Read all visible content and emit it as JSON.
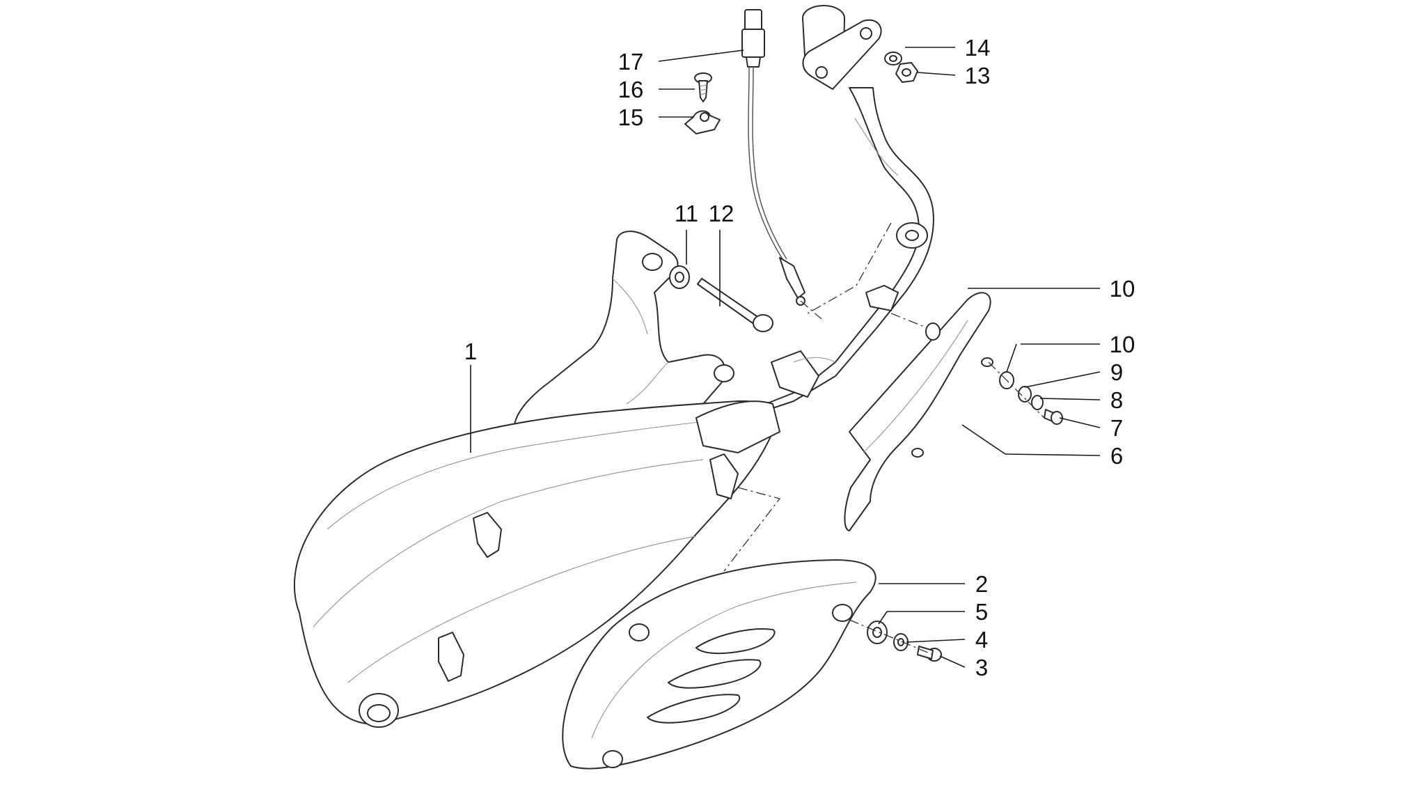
{
  "callouts": [
    {
      "id": "1",
      "label": "1"
    },
    {
      "id": "2",
      "label": "2"
    },
    {
      "id": "3",
      "label": "3"
    },
    {
      "id": "4",
      "label": "4"
    },
    {
      "id": "5",
      "label": "5"
    },
    {
      "id": "6",
      "label": "6"
    },
    {
      "id": "7",
      "label": "7"
    },
    {
      "id": "8",
      "label": "8"
    },
    {
      "id": "9",
      "label": "9"
    },
    {
      "id": "10a",
      "label": "10"
    },
    {
      "id": "10b",
      "label": "10"
    },
    {
      "id": "11",
      "label": "11"
    },
    {
      "id": "12",
      "label": "12"
    },
    {
      "id": "13",
      "label": "13"
    },
    {
      "id": "14",
      "label": "14"
    },
    {
      "id": "15",
      "label": "15"
    },
    {
      "id": "16",
      "label": "16"
    },
    {
      "id": "17",
      "label": "17"
    }
  ]
}
